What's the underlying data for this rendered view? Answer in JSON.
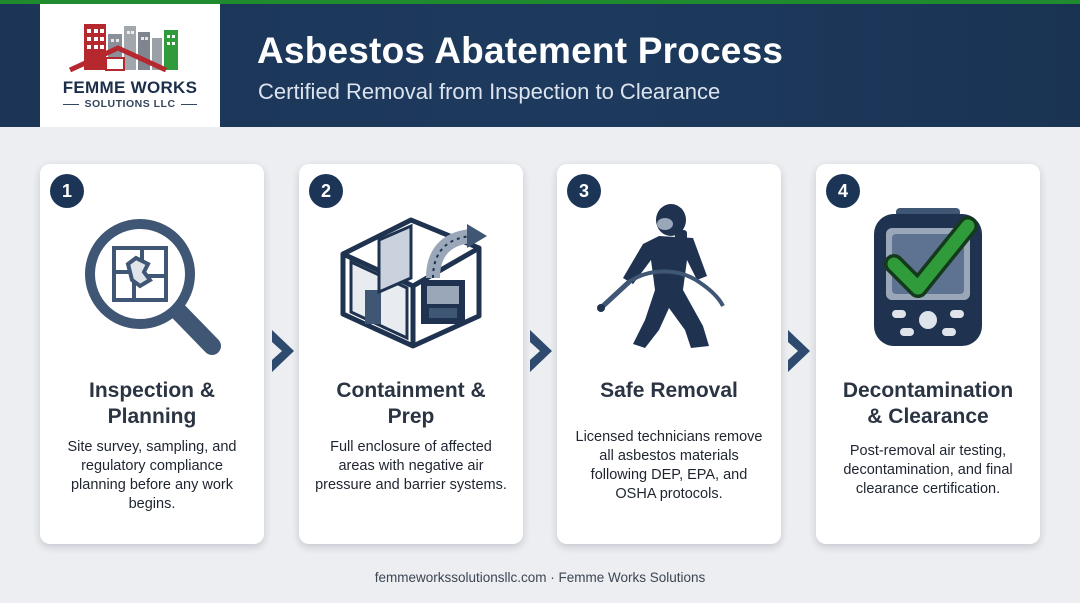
{
  "header": {
    "title": "Asbestos Abatement Process",
    "subtitle": "Certified Removal from Inspection to Clearance"
  },
  "logo": {
    "name": "FEMME WORKS",
    "sub": "SOLUTIONS LLC"
  },
  "steps": [
    {
      "number": "1",
      "icon": "magnifier-floorplan-icon",
      "title_line1": "Inspection &",
      "title_line2": "Planning",
      "description": "Site survey, sampling, and regulatory compliance planning before any work begins."
    },
    {
      "number": "2",
      "icon": "containment-enclosure-icon",
      "title_line1": "Containment &",
      "title_line2": "Prep",
      "description": "Full enclosure of affected areas with negative air pressure and barrier systems."
    },
    {
      "number": "3",
      "icon": "hazmat-technician-icon",
      "title_line1": "Safe Removal",
      "title_line2": "",
      "description": "Licensed technicians remove all asbestos materials following DEP, EPA, and OSHA protocols."
    },
    {
      "number": "4",
      "icon": "air-monitor-checkmark-icon",
      "title_line1": "Decontamination",
      "title_line2": "& Clearance",
      "description": "Post-removal air testing, decontamination, and final clearance certification."
    }
  ],
  "footer": "femmeworkssolutionsllc.com · Femme Works Solutions",
  "colors": {
    "navy": "#1c3556",
    "accent_green": "#1f8a2e",
    "icon_blue": "#3f5674",
    "logo_red": "#b5282e",
    "chevron": "#2e4a6e"
  }
}
